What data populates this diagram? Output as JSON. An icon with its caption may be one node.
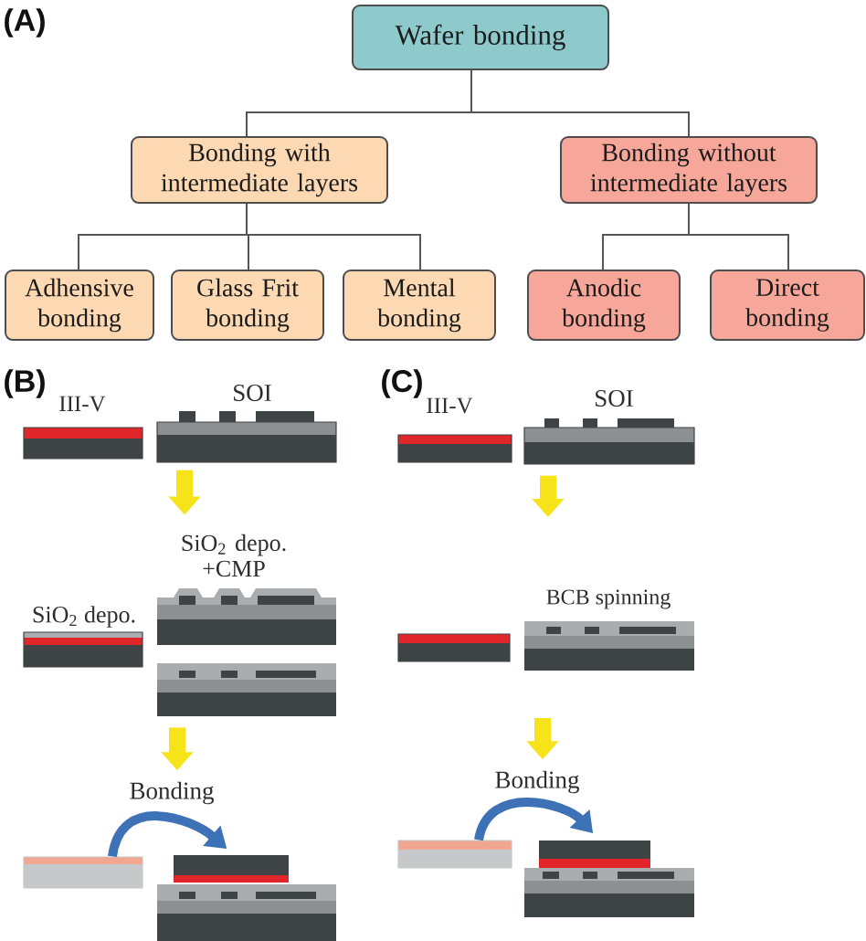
{
  "diagram": {
    "nodes": [
      {
        "text": [
          "Wafer bonding"
        ]
      },
      {
        "text": [
          "Bonding with intermediate layers"
        ]
      },
      {
        "text": [
          "Bonding without intermediate layers"
        ]
      },
      {
        "text": [
          "Adhensive bonding"
        ]
      },
      {
        "text": [
          "Glass Frit bonding"
        ]
      },
      {
        "text": [
          "Mental bonding"
        ]
      },
      {
        "text": [
          "Anodic bonding"
        ]
      },
      {
        "text": [
          "Direct bonding"
        ]
      },
      {
        "text": [],
        "shape": "box",
        "beside": [
          "III-V"
        ]
      },
      {
        "text": [],
        "shape": "box",
        "beside": [
          "SOI"
        ]
      },
      {
        "text": [],
        "shape": "box",
        "beside": [
          "SiO$_{2}$ depo."
        ]
      },
      {
        "text": [],
        "shape": "picture",
        "beside": [
          "SiO$_{2}$ depo. +CMP"
        ]
      },
      {
        "text": [],
        "shape": "picture"
      },
      {
        "text": [
          "Bonding"
        ]
      },
      {
        "text": [],
        "shape": "box"
      },
      {
        "text": [],
        "shape": "picture"
      },
      {
        "text": [],
        "shape": "box",
        "beside": [
          "III-V"
        ]
      },
      {
        "text": [],
        "shape": "box",
        "beside": [
          "SOI"
        ]
      },
      {
        "text": [],
        "shape": "box"
      },
      {
        "text": [],
        "shape": "picture",
        "beside": [
          "BCB spinning"
        ]
      },
      {
        "text": [
          "Bonding"
        ]
      },
      {
        "text": [],
        "shape": "box"
      },
      {
        "text": [],
        "shape": "picture"
      }
    ],
    "edges": [
      {
        "from": 0,
        "to": 1,
        "arrow": "none"
      },
      {
        "from": 0,
        "to": 2,
        "arrow": "none"
      },
      {
        "from": 1,
        "to": 3,
        "arrow": "none"
      },
      {
        "from": 1,
        "to": 4,
        "arrow": "none"
      },
      {
        "from": 1,
        "to": 5,
        "arrow": "none"
      },
      {
        "from": 2,
        "to": 6,
        "arrow": "none"
      },
      {
        "from": 2,
        "to": 7,
        "arrow": "none"
      },
      {
        "from": 9,
        "to": 11,
        "arrow": "to",
        "style": "thick",
        "color": "#f6e31a"
      },
      {
        "from": 12,
        "to": 13,
        "arrow": "to",
        "style": "thick",
        "color": "#f6e31a"
      },
      {
        "from": 14,
        "to": 15,
        "arrow": "to",
        "style": "thick",
        "color": "#3d72b6"
      },
      {
        "from": 17,
        "to": null,
        "arrow": "to",
        "style": "thick",
        "color": "#f6e31a"
      },
      {
        "from": null,
        "to": 20,
        "arrow": "to",
        "style": "thick",
        "color": "#f6e31a"
      },
      {
        "from": 21,
        "to": 22,
        "arrow": "to",
        "style": "thick",
        "color": "#3d72b6"
      }
    ],
    "labels": [
      "(A)",
      "(B)",
      "(C)"
    ]
  }
}
